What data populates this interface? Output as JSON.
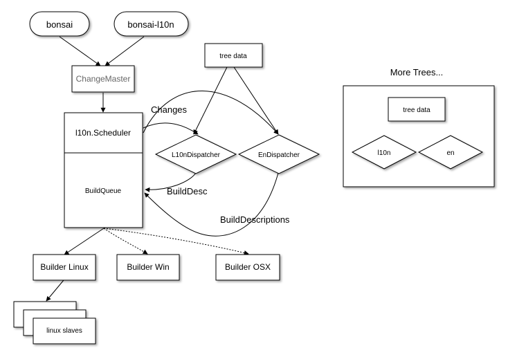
{
  "nodes": {
    "bonsai": "bonsai",
    "bonsai_l10n": "bonsai-l10n",
    "change_master": "ChangeMaster",
    "tree_data": "tree data",
    "scheduler": "l10n.Scheduler",
    "build_queue": "BuildQueue",
    "l10n_dispatcher": "L10nDispatcher",
    "en_dispatcher": "EnDispatcher",
    "builder_linux": "Builder Linux",
    "builder_win": "Builder Win",
    "builder_osx": "Builder OSX",
    "linux_slaves": "linux slaves"
  },
  "edge_labels": {
    "changes": "Changes",
    "build_desc": "BuildDesc",
    "build_descriptions": "BuildDescriptions"
  },
  "more_trees": {
    "title": "More Trees...",
    "tree_data": "tree data",
    "l10n": "l10n",
    "en": "en"
  },
  "colors": {
    "change_master_text": "#666666",
    "stroke": "#000000"
  }
}
